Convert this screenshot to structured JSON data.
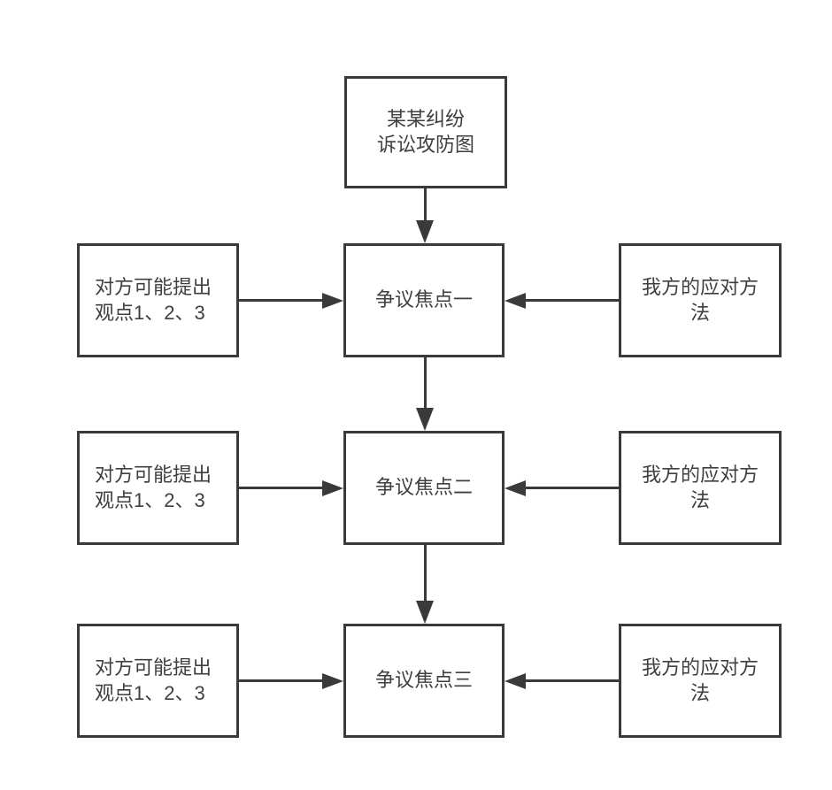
{
  "diagram": {
    "background_color": "#ffffff",
    "stroke_color": "#3a3a3a",
    "text_color": "#3f3f3f",
    "title_box": {
      "label": "某某纠纷\n诉讼攻防图"
    },
    "rows": [
      {
        "opponent_box": {
          "label": "对方可能提出\n观点1、2、3"
        },
        "focus_box": {
          "label": "争议焦点一"
        },
        "response_box": {
          "label": "我方的应对方\n法"
        }
      },
      {
        "opponent_box": {
          "label": "对方可能提出\n观点1、2、3"
        },
        "focus_box": {
          "label": "争议焦点二"
        },
        "response_box": {
          "label": "我方的应对方\n法"
        }
      },
      {
        "opponent_box": {
          "label": "对方可能提出\n观点1、2、3"
        },
        "focus_box": {
          "label": "争议焦点三"
        },
        "response_box": {
          "label": "我方的应对方\n法"
        }
      }
    ]
  }
}
